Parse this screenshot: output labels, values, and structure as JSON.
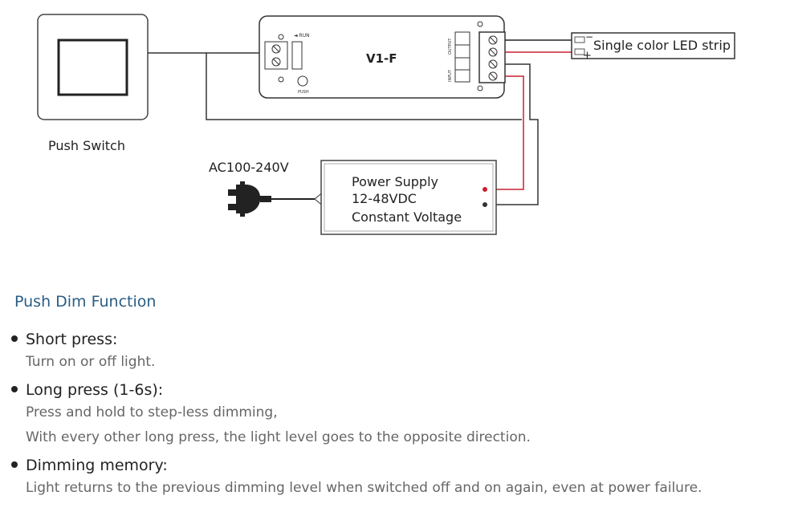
{
  "diagram": {
    "push_switch_label": "Push Switch",
    "controller": {
      "model": "V1-F",
      "run_label": "◄ RUN",
      "push_label": "PUSH",
      "output_label": "OUTPUT",
      "input_label": "INPUT"
    },
    "led_strip": {
      "label": "Single color LED strip",
      "minus": "−",
      "plus": "+"
    },
    "ac_label": "AC100-240V",
    "power_supply": {
      "line1": "Power Supply",
      "line2": "12-48VDC",
      "line3": "Constant Voltage"
    },
    "wire_colors": {
      "positive": "#c8202f",
      "negative": "#222222"
    }
  },
  "functions": {
    "title": "Push Dim Function",
    "items": [
      {
        "title": "Short press:",
        "lines": [
          "Turn on or off light."
        ]
      },
      {
        "title": "Long press (1-6s):",
        "lines": [
          "Press and hold to step-less dimming,",
          "With every other long press, the light level goes to the opposite direction."
        ]
      },
      {
        "title": "Dimming memory:",
        "lines": [
          "Light returns to the previous dimming level when switched off and on again, even at power failure."
        ]
      }
    ]
  }
}
